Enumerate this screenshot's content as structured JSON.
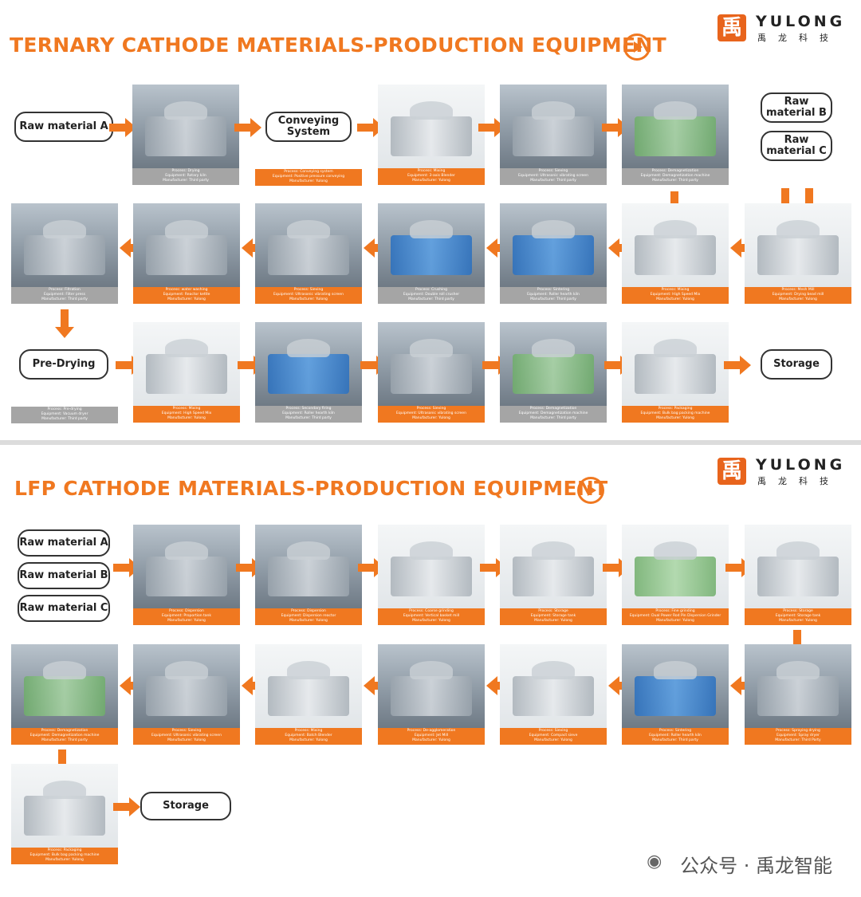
{
  "brand": {
    "mark": "禹",
    "name": "YULONG",
    "cn": "禹龙科技"
  },
  "watermark": {
    "icon": "wechat-icon",
    "text": "公众号 · 禹龙智能"
  },
  "sections": {
    "ternary": {
      "title": "TERNARY CATHODE MATERIALS-PRODUCTION EQUIPMENT",
      "nodes": {
        "raw_a": "Raw material A",
        "conveying": "Conveying System",
        "raw_b": "Raw material B",
        "raw_c": "Raw material C",
        "pre_drying": "Pre-Drying",
        "storage": "Storage"
      },
      "photos": [
        {
          "p": "Process: Drying",
          "e": "Equipment: Rotary kiln",
          "m": "Manufacturer: Third party"
        },
        {
          "p": "Process: Conveying system",
          "e": "Equipment: Positive pressure conveying",
          "m": "Manufacturer: Yulong"
        },
        {
          "p": "Process: Mixing",
          "e": "Equipment: 3-axis Blender",
          "m": "Manufacturer: Yulong"
        },
        {
          "p": "Process: Sieving",
          "e": "Equipment: Ultrasonic vibrating screen",
          "m": "Manufacturer: Third party"
        },
        {
          "p": "Process: Demagnetization",
          "e": "Equipment: Demagnetization machine",
          "m": "Manufacturer: Third party"
        },
        {
          "p": "Process: Filtration",
          "e": "Equipment: Filter press",
          "m": "Manufacturer: Third party"
        },
        {
          "p": "Process: water washing",
          "e": "Equipment: Reactor kettle",
          "m": "Manufacturer: Yulong"
        },
        {
          "p": "Process: Sieving",
          "e": "Equipment: Ultrasonic vibrating screen",
          "m": "Manufacturer: Yulong"
        },
        {
          "p": "Process: Crushing",
          "e": "Equipment: Double roll crusher",
          "m": "Manufacturer: Third party"
        },
        {
          "p": "Process: Sintering",
          "e": "Equipment: Roller hearth kiln",
          "m": "Manufacturer: Third party"
        },
        {
          "p": "Process: Mixing",
          "e": "Equipment: High Speed Mix",
          "m": "Manufacturer: Yulong"
        },
        {
          "p": "Process: Mesh Mill",
          "e": "Equipment: Drying bead mill",
          "m": "Manufacturer: Yulong"
        },
        {
          "p": "Process: Pre-drying",
          "e": "Equipment: Vacuum dryer",
          "m": "Manufacturer: Third party"
        },
        {
          "p": "Process: Mixing",
          "e": "Equipment: High Speed Mix",
          "m": "Manufacturer: Yulong"
        },
        {
          "p": "Process: Secondary firing",
          "e": "Equipment: Roller hearth kiln",
          "m": "Manufacturer: Third party"
        },
        {
          "p": "Process: Sieving",
          "e": "Equipment: Ultrasonic vibrating screen",
          "m": "Manufacturer: Yulong"
        },
        {
          "p": "Process: Demagnetization",
          "e": "Equipment: Demagnetization machine",
          "m": "Manufacturer: Third party"
        },
        {
          "p": "Process: Packaging",
          "e": "Equipment: Bulk bag packing machine",
          "m": "Manufacturer: Yulong"
        }
      ]
    },
    "lfp": {
      "title": "LFP CATHODE MATERIALS-PRODUCTION EQUIPMENT",
      "nodes": {
        "raw_a": "Raw material A",
        "raw_b": "Raw material B",
        "raw_c": "Raw material C",
        "storage": "Storage"
      },
      "photos": [
        {
          "p": "Process: Dispersion",
          "e": "Equipment: Proportion tank",
          "m": "Manufacturer: Yulong"
        },
        {
          "p": "Process: Dispersion",
          "e": "Equipment: Dispersion reactor",
          "m": "Manufacturer: Yulong"
        },
        {
          "p": "Process: Coarse grinding",
          "e": "Equipment: Vertical basket mill",
          "m": "Manufacturer: Yulong"
        },
        {
          "p": "Process: Storage",
          "e": "Equipment: Storage tank",
          "m": "Manufacturer: Yulong"
        },
        {
          "p": "Process: Fine grinding",
          "e": "Equipment: Dual Power Rod Pin Dispersion Grinder",
          "m": "Manufacturer: Yulong"
        },
        {
          "p": "Process: Storage",
          "e": "Equipment: Storage tank",
          "m": "Manufacturer: Yulong"
        },
        {
          "p": "Process: Demagnetization",
          "e": "Equipment: Demagnetization machine",
          "m": "Manufacturer: Third party"
        },
        {
          "p": "Process: Sieving",
          "e": "Equipment: Ultrasonic vibrating screen",
          "m": "Manufacturer: Yulong"
        },
        {
          "p": "Process: Mixing",
          "e": "Equipment: Batch Blender",
          "m": "Manufacturer: Yulong"
        },
        {
          "p": "Process: De-agglomeration",
          "e": "Equipment: Jet Mill",
          "m": "Manufacturer: Yulong"
        },
        {
          "p": "Process: Sieving",
          "e": "Equipment: Compact sieve",
          "m": "Manufacturer: Yulong"
        },
        {
          "p": "Process: Sintering",
          "e": "Equipment: Roller hearth kiln",
          "m": "Manufacturer: Third party"
        },
        {
          "p": "Process: Spraying drying",
          "e": "Equipment: Spray dryer",
          "m": "Manufacturer: Third Party"
        },
        {
          "p": "Process: Packaging",
          "e": "Equipment: Bulk bag packing machine",
          "m": "Manufacturer: Yulong"
        }
      ]
    }
  }
}
